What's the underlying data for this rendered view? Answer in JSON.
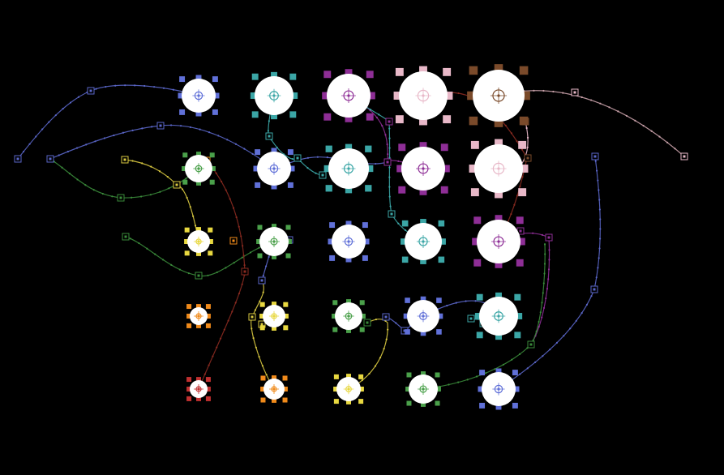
{
  "colors": {
    "background": "#000000",
    "node_fill": "#ffffff",
    "blue": "#6070d8",
    "teal": "#3ba6a6",
    "purple": "#8e2e96",
    "pink": "#e8b8c8",
    "brown": "#7a4a2a",
    "green": "#4aa04a",
    "yellow": "#e8d840",
    "orange": "#f08a1a",
    "red": "#c03030",
    "mauve": "#c8a0a8",
    "link_blue": "#5a66c8",
    "link_yellow": "#d8c840",
    "link_green": "#3a8a3a",
    "link_red": "#8a2a20"
  },
  "nodes": [
    {
      "id": "n1",
      "color": "blue"
    },
    {
      "id": "n2",
      "color": "teal"
    },
    {
      "id": "n3",
      "color": "purple"
    },
    {
      "id": "n4",
      "color": "pink"
    },
    {
      "id": "n5",
      "color": "brown"
    },
    {
      "id": "n6",
      "color": "green"
    },
    {
      "id": "n7",
      "color": "blue"
    },
    {
      "id": "n8",
      "color": "teal"
    },
    {
      "id": "n9",
      "color": "purple"
    },
    {
      "id": "n10",
      "color": "pink"
    },
    {
      "id": "n11",
      "color": "yellow"
    },
    {
      "id": "n12",
      "color": "green"
    },
    {
      "id": "n13",
      "color": "blue"
    },
    {
      "id": "n14",
      "color": "teal"
    },
    {
      "id": "n15",
      "color": "purple"
    },
    {
      "id": "n16",
      "color": "orange"
    },
    {
      "id": "n17",
      "color": "yellow"
    },
    {
      "id": "n18",
      "color": "green"
    },
    {
      "id": "n19",
      "color": "blue"
    },
    {
      "id": "n20",
      "color": "teal"
    },
    {
      "id": "n21",
      "color": "red"
    },
    {
      "id": "n22",
      "color": "orange"
    },
    {
      "id": "n23",
      "color": "yellow"
    },
    {
      "id": "n24",
      "color": "green"
    },
    {
      "id": "n25",
      "color": "blue"
    }
  ],
  "links": [
    {
      "from": "n1",
      "color": "link_blue"
    },
    {
      "from": "n7",
      "color": "link_blue"
    },
    {
      "from": "n6",
      "color": "link_green"
    },
    {
      "from": "n11",
      "color": "link_yellow"
    },
    {
      "from": "n12",
      "color": "link_green"
    },
    {
      "from": "n5",
      "color": "mauve"
    },
    {
      "from": "n9",
      "color": "purple"
    },
    {
      "from": "n15",
      "color": "purple"
    },
    {
      "from": "n21",
      "color": "link_red"
    },
    {
      "from": "n22",
      "color": "link_yellow"
    },
    {
      "from": "n23",
      "color": "link_yellow"
    },
    {
      "from": "n24",
      "color": "link_green"
    },
    {
      "from": "n25",
      "color": "link_blue"
    }
  ]
}
